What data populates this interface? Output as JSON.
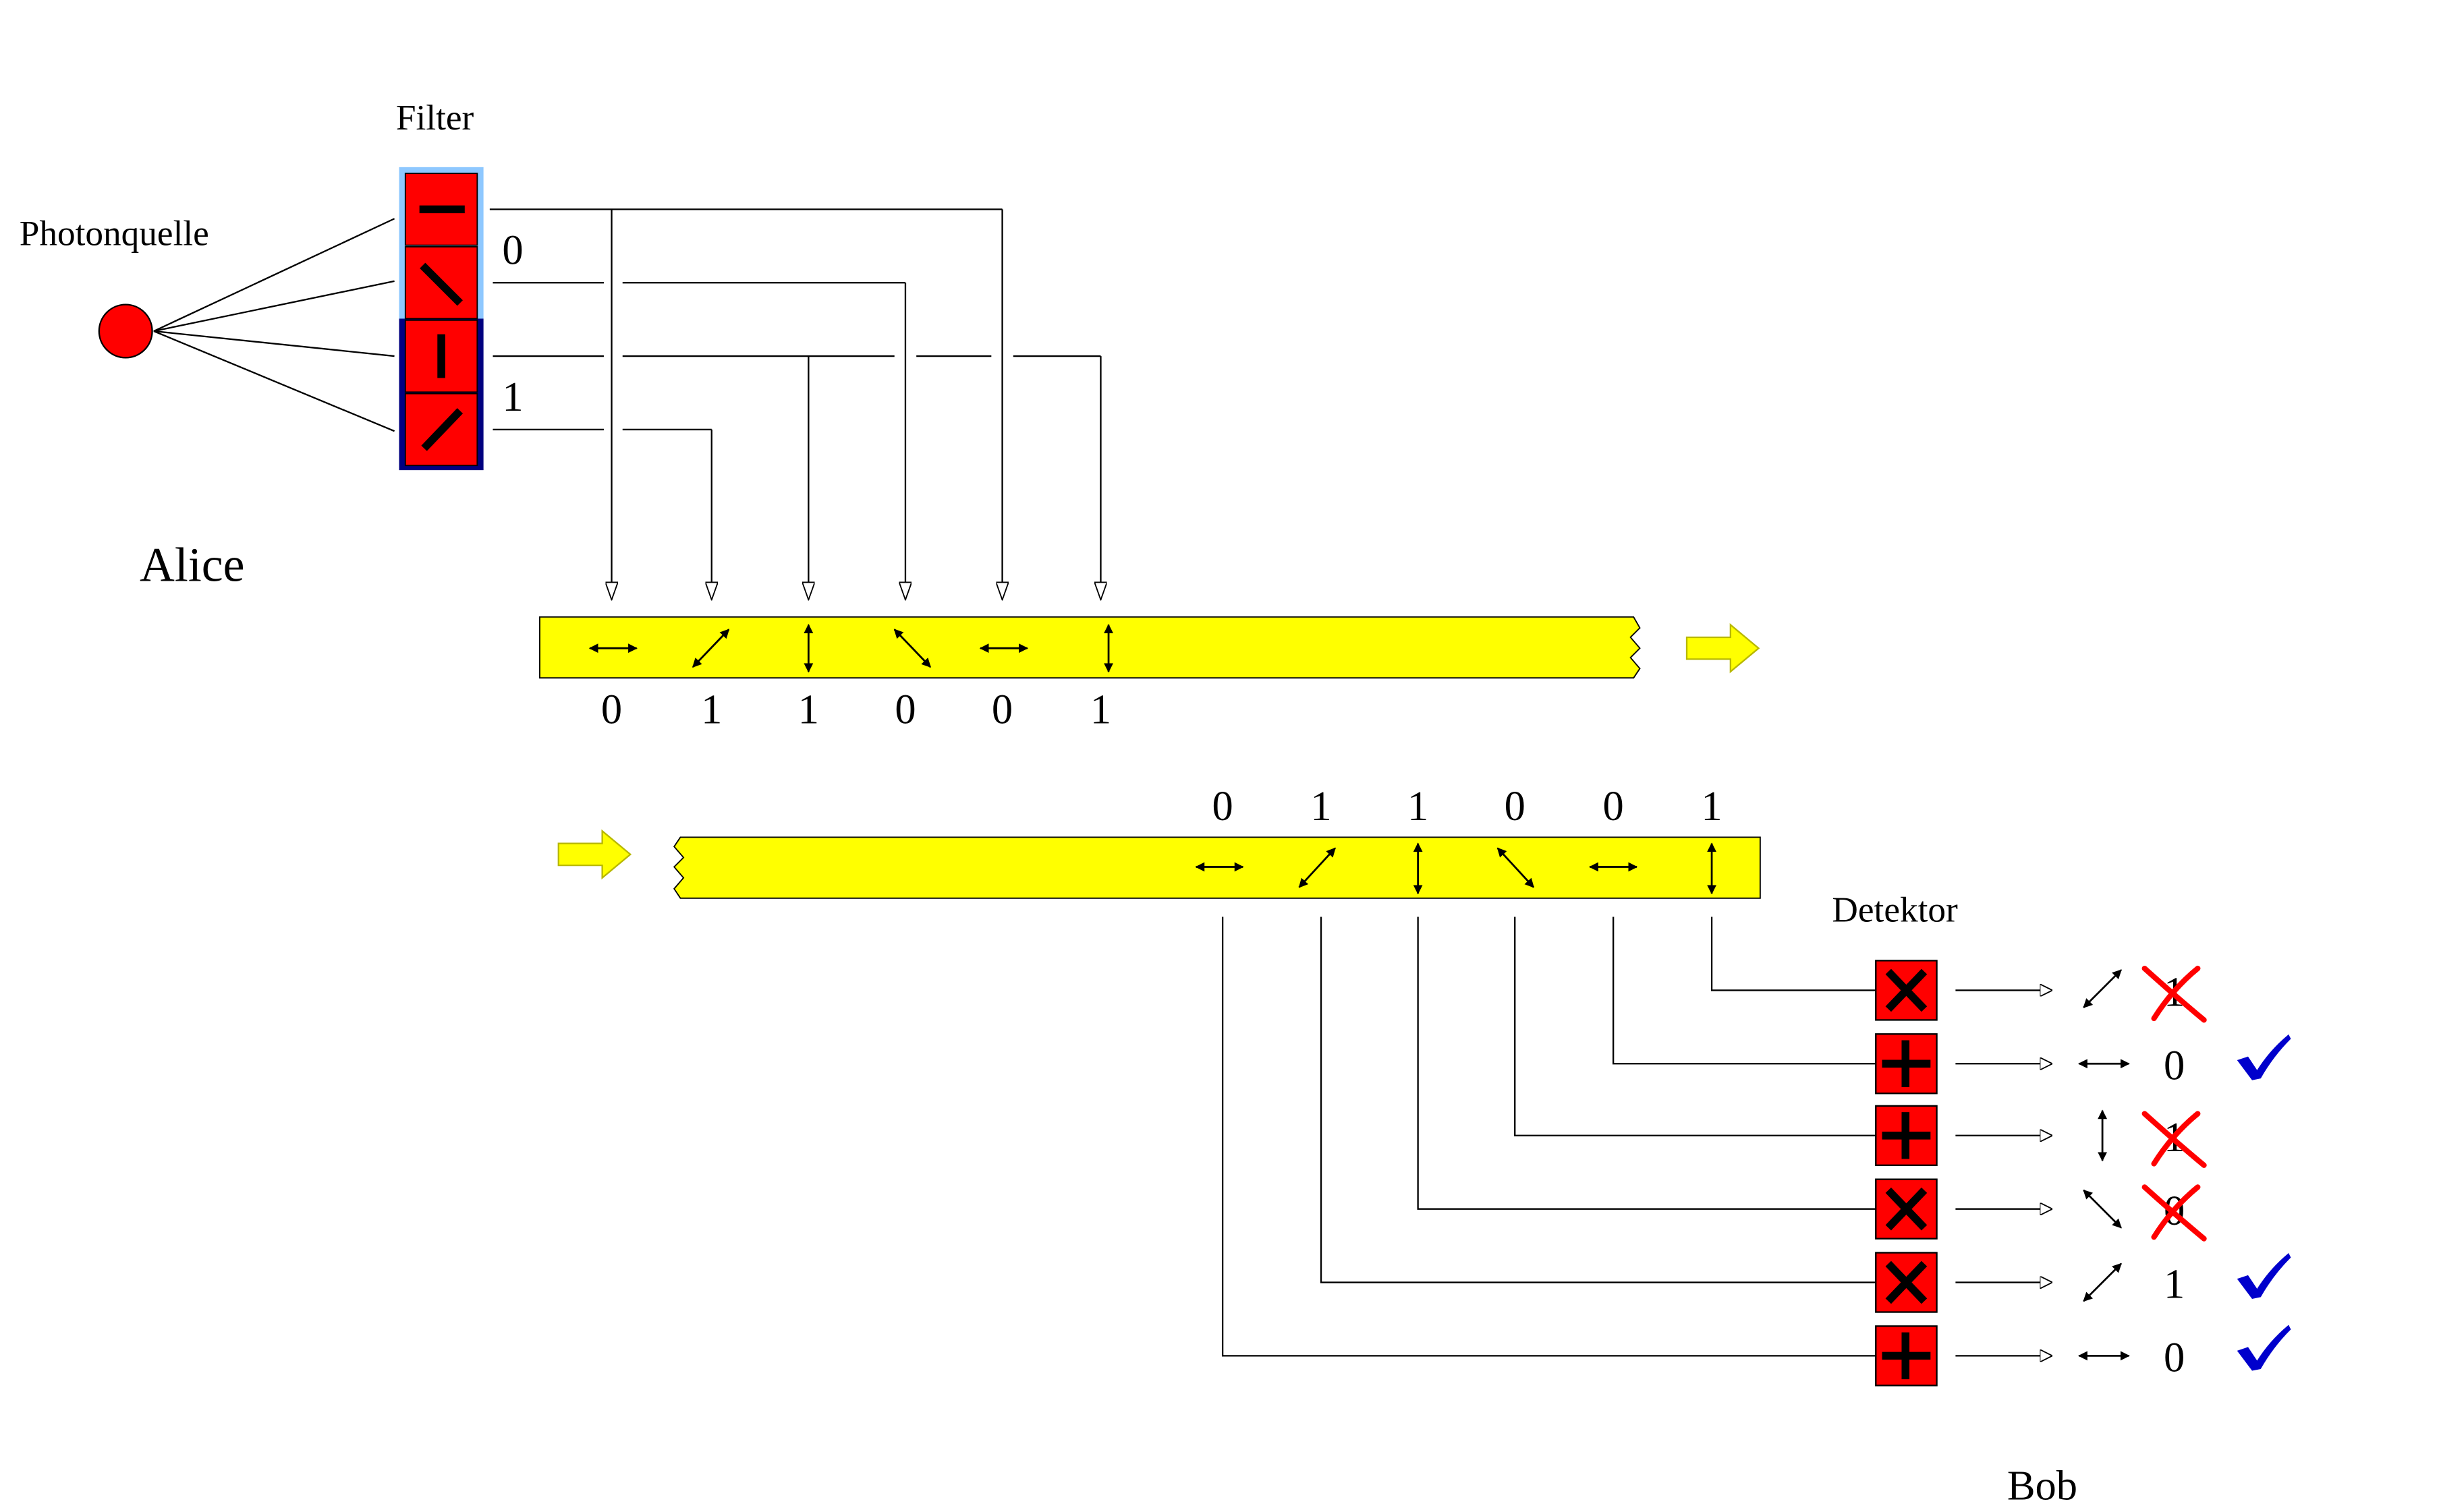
{
  "labels": {
    "source": "Photonquelle",
    "filter": "Filter",
    "alice": "Alice",
    "detector": "Detektor",
    "bob": "Bob",
    "filter_bit_top": "0",
    "filter_bit_bottom": "1"
  },
  "sent_bits": [
    "0",
    "1",
    "1",
    "0",
    "0",
    "1"
  ],
  "sent_polarizations": [
    "horizontal",
    "diagonal-up",
    "vertical",
    "diagonal-down",
    "horizontal",
    "vertical"
  ],
  "filter_polarizations": [
    "horizontal",
    "diagonal-down",
    "vertical",
    "diagonal-up"
  ],
  "bob_rows": [
    {
      "detector": "cross",
      "measured": "diagonal-up",
      "bit": "1",
      "result": "rejected"
    },
    {
      "detector": "plus",
      "measured": "horizontal",
      "bit": "0",
      "result": "accepted"
    },
    {
      "detector": "plus",
      "measured": "vertical",
      "bit": "1",
      "result": "rejected"
    },
    {
      "detector": "cross",
      "measured": "diagonal-down",
      "bit": "0",
      "result": "rejected"
    },
    {
      "detector": "cross",
      "measured": "diagonal-up",
      "bit": "1",
      "result": "accepted"
    },
    {
      "detector": "plus",
      "measured": "horizontal",
      "bit": "0",
      "result": "accepted"
    }
  ],
  "colors": {
    "filter_red": "#ff0000",
    "filter_border_light": "#8ec8ff",
    "filter_border_dark": "#000080",
    "channel_yellow": "#ffff00",
    "source_red": "#ff0000",
    "reject_cross": "#ff0000",
    "accept_check": "#0000cc"
  }
}
